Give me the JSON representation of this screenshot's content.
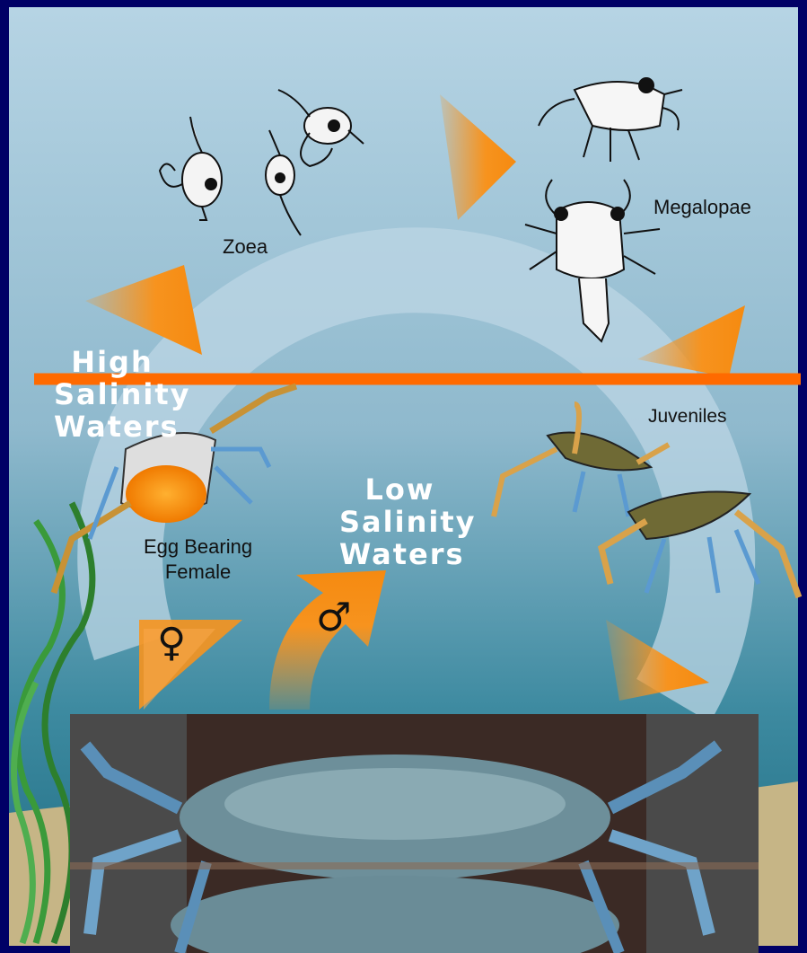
{
  "diagram": {
    "stages": {
      "zoea": "Zoea",
      "megalopae": "Megalopae",
      "juveniles": "Juveniles",
      "egg_bearing_female": [
        "Egg Bearing",
        "Female"
      ]
    },
    "zones": {
      "high_salinity": [
        "High",
        "Salinity",
        "Waters"
      ],
      "low_salinity": [
        "Low",
        "Salinity",
        "Waters"
      ]
    },
    "symbols": {
      "female": "♀",
      "male": "♂"
    }
  },
  "colors": {
    "frame": "#000066",
    "water_top": "#a9c9dc",
    "water_bottom": "#1f6d82",
    "sand": "#c8b88a",
    "cycle_ring": "#b9d3e3",
    "arrow": "#f7931e",
    "divider_line": "#ff6600",
    "crab_shell": "#7a6a2e"
  }
}
